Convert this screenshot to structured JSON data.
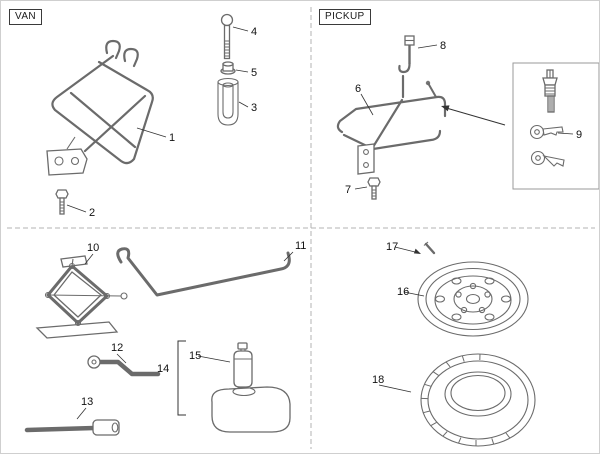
{
  "sections": {
    "van_label": "VAN",
    "pickup_label": "PICKUP"
  },
  "part_numbers": [
    "1",
    "2",
    "3",
    "4",
    "5",
    "6",
    "7",
    "8",
    "9",
    "10",
    "11",
    "12",
    "13",
    "14",
    "15",
    "16",
    "17",
    "18"
  ]
}
